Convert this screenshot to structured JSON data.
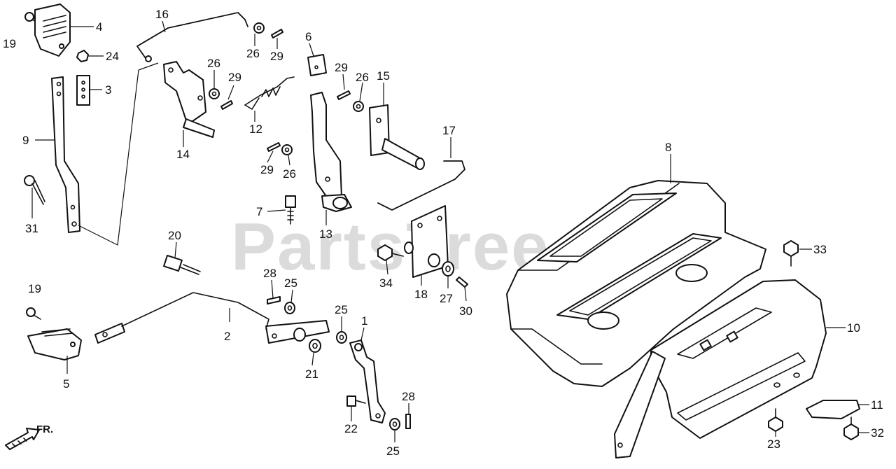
{
  "watermark": "PartsTree",
  "direction_label": "FR.",
  "callouts": {
    "c1": "1",
    "c2": "2",
    "c3": "3",
    "c4": "4",
    "c5": "5",
    "c6": "6",
    "c7": "7",
    "c8": "8",
    "c9": "9",
    "c10": "10",
    "c11": "11",
    "c12": "12",
    "c13": "13",
    "c14": "14",
    "c15": "15",
    "c16": "16",
    "c17": "17",
    "c18": "18",
    "c19a": "19",
    "c19b": "19",
    "c20": "20",
    "c21": "21",
    "c22": "22",
    "c23": "23",
    "c24": "24",
    "c25a": "25",
    "c25b": "25",
    "c25c": "25",
    "c26a": "26",
    "c26b": "26",
    "c26c": "26",
    "c26d": "26",
    "c27": "27",
    "c28a": "28",
    "c28b": "28",
    "c29a": "29",
    "c29b": "29",
    "c29c": "29",
    "c29d": "29",
    "c30": "30",
    "c31": "31",
    "c32": "32",
    "c33": "33",
    "c34": "34"
  }
}
